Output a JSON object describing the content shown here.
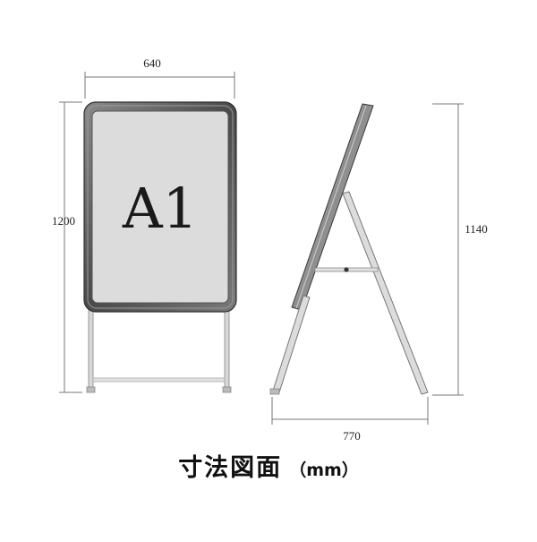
{
  "dimensions": {
    "front_width": "640",
    "front_height": "1200",
    "side_height": "1140",
    "side_depth": "770"
  },
  "poster": {
    "label": "A1"
  },
  "caption": {
    "title": "寸法図面",
    "unit": "（mm）"
  },
  "colors": {
    "frame": "#6b6b6b",
    "frame_dark": "#3a3a3a",
    "poster_fill": "#dcdcdc",
    "leg": "#bfbfbf",
    "dim_line": "#777777"
  }
}
